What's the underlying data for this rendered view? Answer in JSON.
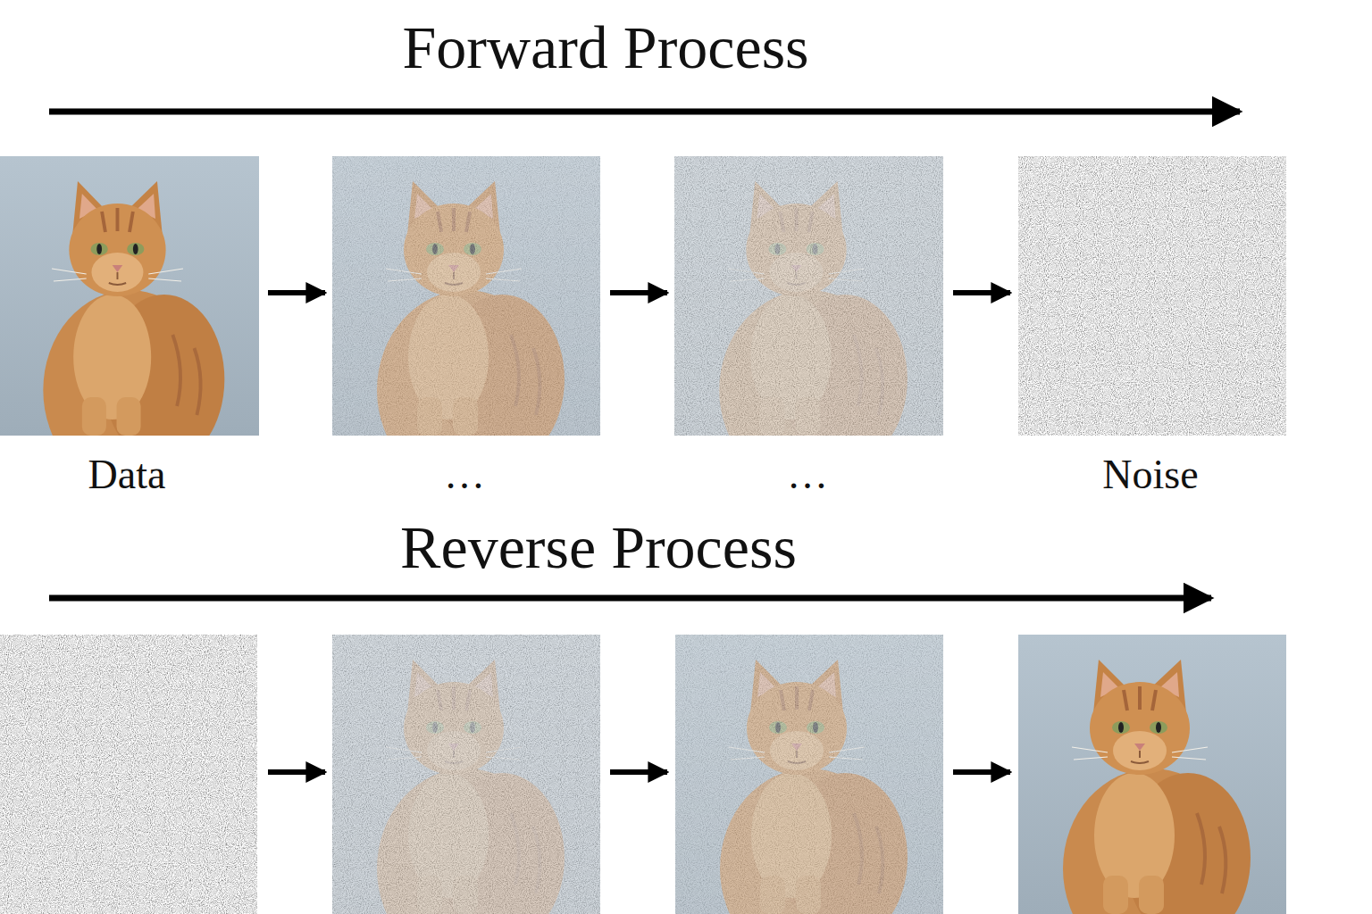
{
  "diagram": {
    "labels": [
      "Forward Process",
      "Data",
      "…",
      "…",
      "Noise",
      "Reverse Process"
    ]
  }
}
